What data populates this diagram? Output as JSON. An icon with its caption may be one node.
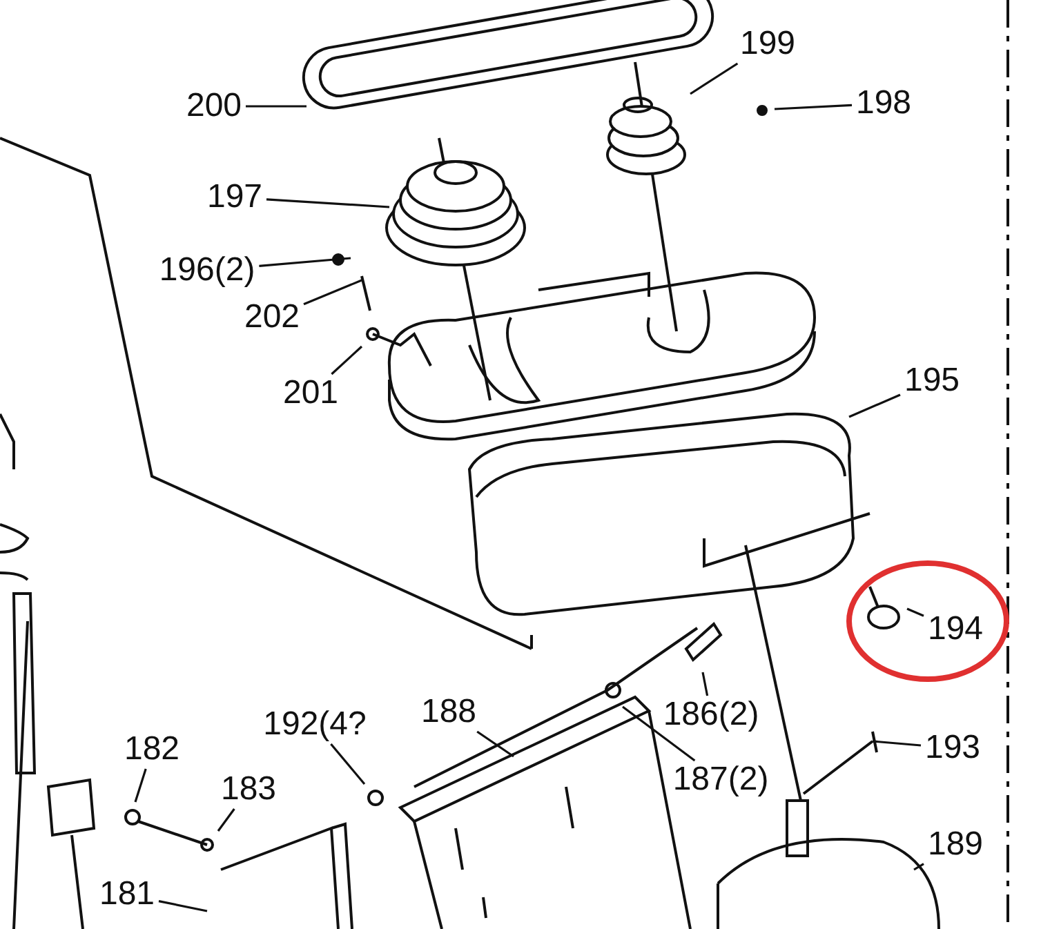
{
  "diagram": {
    "nodes": [
      {
        "text": [
          "200"
        ]
      },
      {
        "text": [
          "199"
        ]
      },
      {
        "text": [
          "198"
        ]
      },
      {
        "text": [
          "197"
        ]
      },
      {
        "text": [
          "196(2)"
        ]
      },
      {
        "text": [
          "202"
        ]
      },
      {
        "text": [
          "201"
        ]
      },
      {
        "text": [
          "195"
        ]
      },
      {
        "text": [
          "194"
        ]
      },
      {
        "text": [
          "192(4?"
        ]
      },
      {
        "text": [
          "188"
        ]
      },
      {
        "text": [
          "186(2)"
        ]
      },
      {
        "text": [
          "187(2)"
        ]
      },
      {
        "text": [
          "193"
        ]
      },
      {
        "text": [
          "182"
        ]
      },
      {
        "text": [
          "183"
        ]
      },
      {
        "text": [
          "181"
        ]
      },
      {
        "text": [
          "189"
        ]
      }
    ],
    "edges": [
      {
        "from": 0,
        "to": null,
        "arrow": "none"
      },
      {
        "from": 1,
        "to": null,
        "arrow": "none"
      },
      {
        "from": 2,
        "to": null,
        "arrow": "none"
      },
      {
        "from": 3,
        "to": null,
        "arrow": "none"
      },
      {
        "from": 4,
        "to": null,
        "arrow": "none"
      },
      {
        "from": 5,
        "to": null,
        "arrow": "none"
      },
      {
        "from": 6,
        "to": null,
        "arrow": "none"
      },
      {
        "from": 7,
        "to": null,
        "arrow": "none"
      },
      {
        "from": 8,
        "to": null,
        "arrow": "none"
      },
      {
        "from": 9,
        "to": null,
        "arrow": "none"
      },
      {
        "from": 10,
        "to": null,
        "arrow": "none"
      },
      {
        "from": 11,
        "to": null,
        "arrow": "none"
      },
      {
        "from": 12,
        "to": null,
        "arrow": "none"
      },
      {
        "from": 13,
        "to": null,
        "arrow": "none"
      },
      {
        "from": 14,
        "to": null,
        "arrow": "none"
      },
      {
        "from": 15,
        "to": null,
        "arrow": "none"
      },
      {
        "from": 16,
        "to": null,
        "arrow": "none"
      },
      {
        "from": 17,
        "to": null,
        "arrow": "none"
      }
    ]
  }
}
